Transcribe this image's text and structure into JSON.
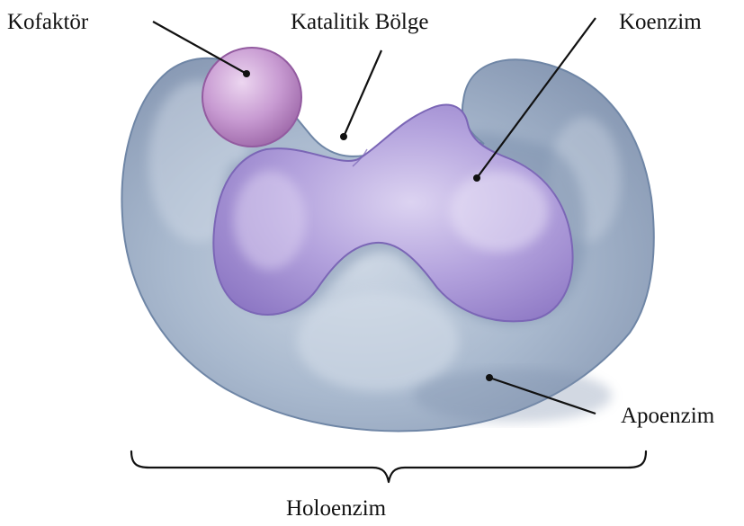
{
  "labels": {
    "cofactor": "Kofaktör",
    "active_site": "Katalitik Bölge",
    "coenzyme": "Koenzim",
    "apoenzyme": "Apoenzim",
    "holoenzyme": "Holoenzim"
  },
  "colors": {
    "apoenzyme_fill": "#9fb2c9",
    "apoenzyme_outline": "#6f86a6",
    "coenzyme_fill": "#ab99d8",
    "coenzyme_outline": "#7b66b6",
    "cofactor_fill": "#c596cf",
    "cofactor_outline": "#935ba0",
    "text": "#111111"
  }
}
